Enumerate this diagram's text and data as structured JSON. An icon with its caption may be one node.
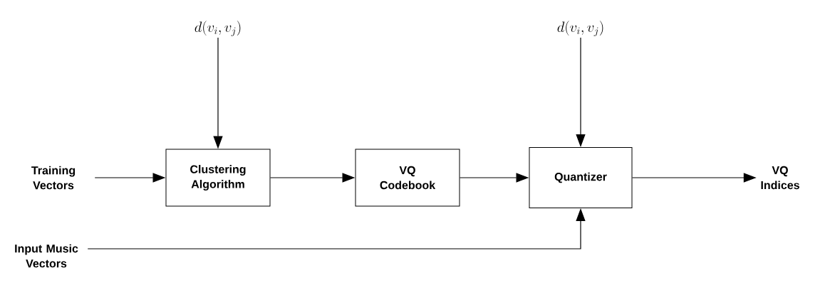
{
  "diagram": {
    "nodes": [
      {
        "text": [
          "Training Vectors"
        ]
      },
      {
        "text": [
          "Clustering Algorithm"
        ]
      },
      {
        "text": [
          "VQ Codebook"
        ]
      },
      {
        "text": [
          "Quantizer"
        ]
      },
      {
        "text": [
          "VQ Indices"
        ]
      },
      {
        "text": [
          "Input Music Vectors"
        ]
      },
      {
        "text": [
          "d(v_i, v_j)"
        ]
      },
      {
        "text": [
          "d(v_i, v_j)"
        ]
      }
    ],
    "edges": [
      {
        "from": 0,
        "to": 1,
        "arrow": "to"
      },
      {
        "from": 1,
        "to": 2,
        "arrow": "to"
      },
      {
        "from": 2,
        "to": 3,
        "arrow": "to"
      },
      {
        "from": 3,
        "to": 4,
        "arrow": "to"
      },
      {
        "from": 6,
        "to": 1,
        "arrow": "to"
      },
      {
        "from": 7,
        "to": 3,
        "arrow": "to"
      },
      {
        "from": 5,
        "to": 3,
        "arrow": "to"
      }
    ]
  }
}
